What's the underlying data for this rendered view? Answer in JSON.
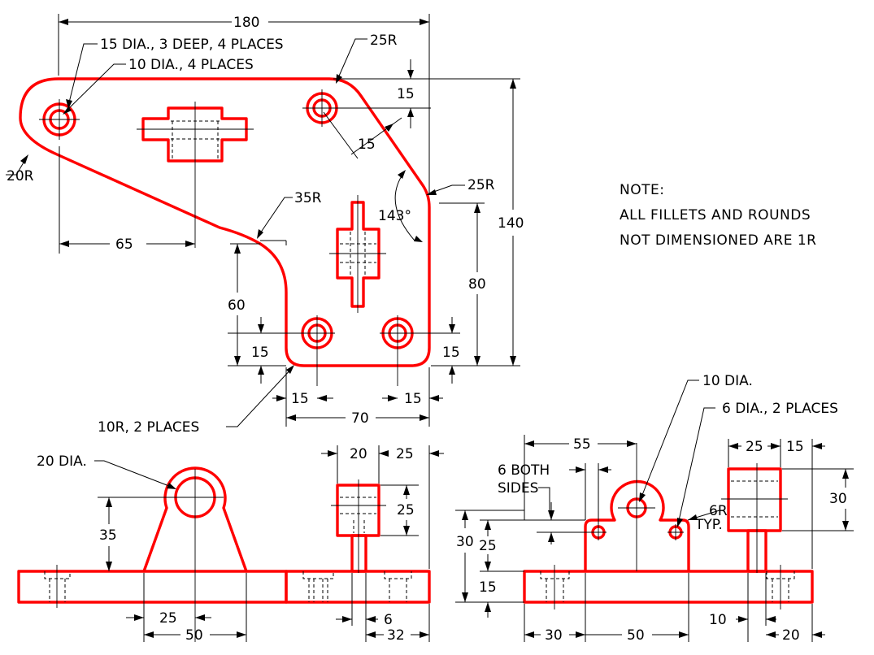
{
  "dimensions": {
    "overall_width": "180",
    "hole_spec_cbore": "15 DIA., 3 DEEP, 4 PLACES",
    "hole_spec_thru": "10 DIA., 4 PLACES",
    "top_right_round": "25R",
    "top_offset_15": "15",
    "diag_offset_15": "15",
    "left_round": "20R",
    "right_round": "25R",
    "angle": "143°",
    "overall_height": "140",
    "slot_offset_65": "65",
    "inner_round": "35R",
    "height_60": "60",
    "height_80": "80",
    "bottom_left_15_v": "15",
    "bottom_right_15_v": "15",
    "bottom_left_15_h": "15",
    "bottom_right_15_h": "15",
    "width_70": "70",
    "fillet_note": "10R, 2 PLACES",
    "boss_dia": "20 DIA.",
    "boss_height_35": "35",
    "front_25": "25",
    "front_50": "50",
    "side_20": "20",
    "side_25_top": "25",
    "side_25_right": "25",
    "side_6": "6",
    "side_32": "32",
    "right_dia_10": "10 DIA.",
    "right_dia_6": "6 DIA., 2 PLACES",
    "right_55": "55",
    "right_both_sides_1": "6 BOTH",
    "right_both_sides_2": "SIDES",
    "right_6r": "6R",
    "right_typ": "TYP.",
    "right_30_v": "30",
    "right_25_v": "25",
    "right_15_v": "15",
    "right_30_h": "30",
    "right_50_h": "50",
    "right_side_25": "25",
    "right_side_15": "15",
    "right_side_30": "30",
    "right_side_10": "10",
    "right_side_20": "20"
  },
  "note": {
    "title": "NOTE:",
    "line1": "ALL FILLETS AND ROUNDS",
    "line2": "NOT DIMENSIONED ARE 1R"
  },
  "colors": {
    "object_line": "#ff0000",
    "dimension_line": "#000000"
  }
}
